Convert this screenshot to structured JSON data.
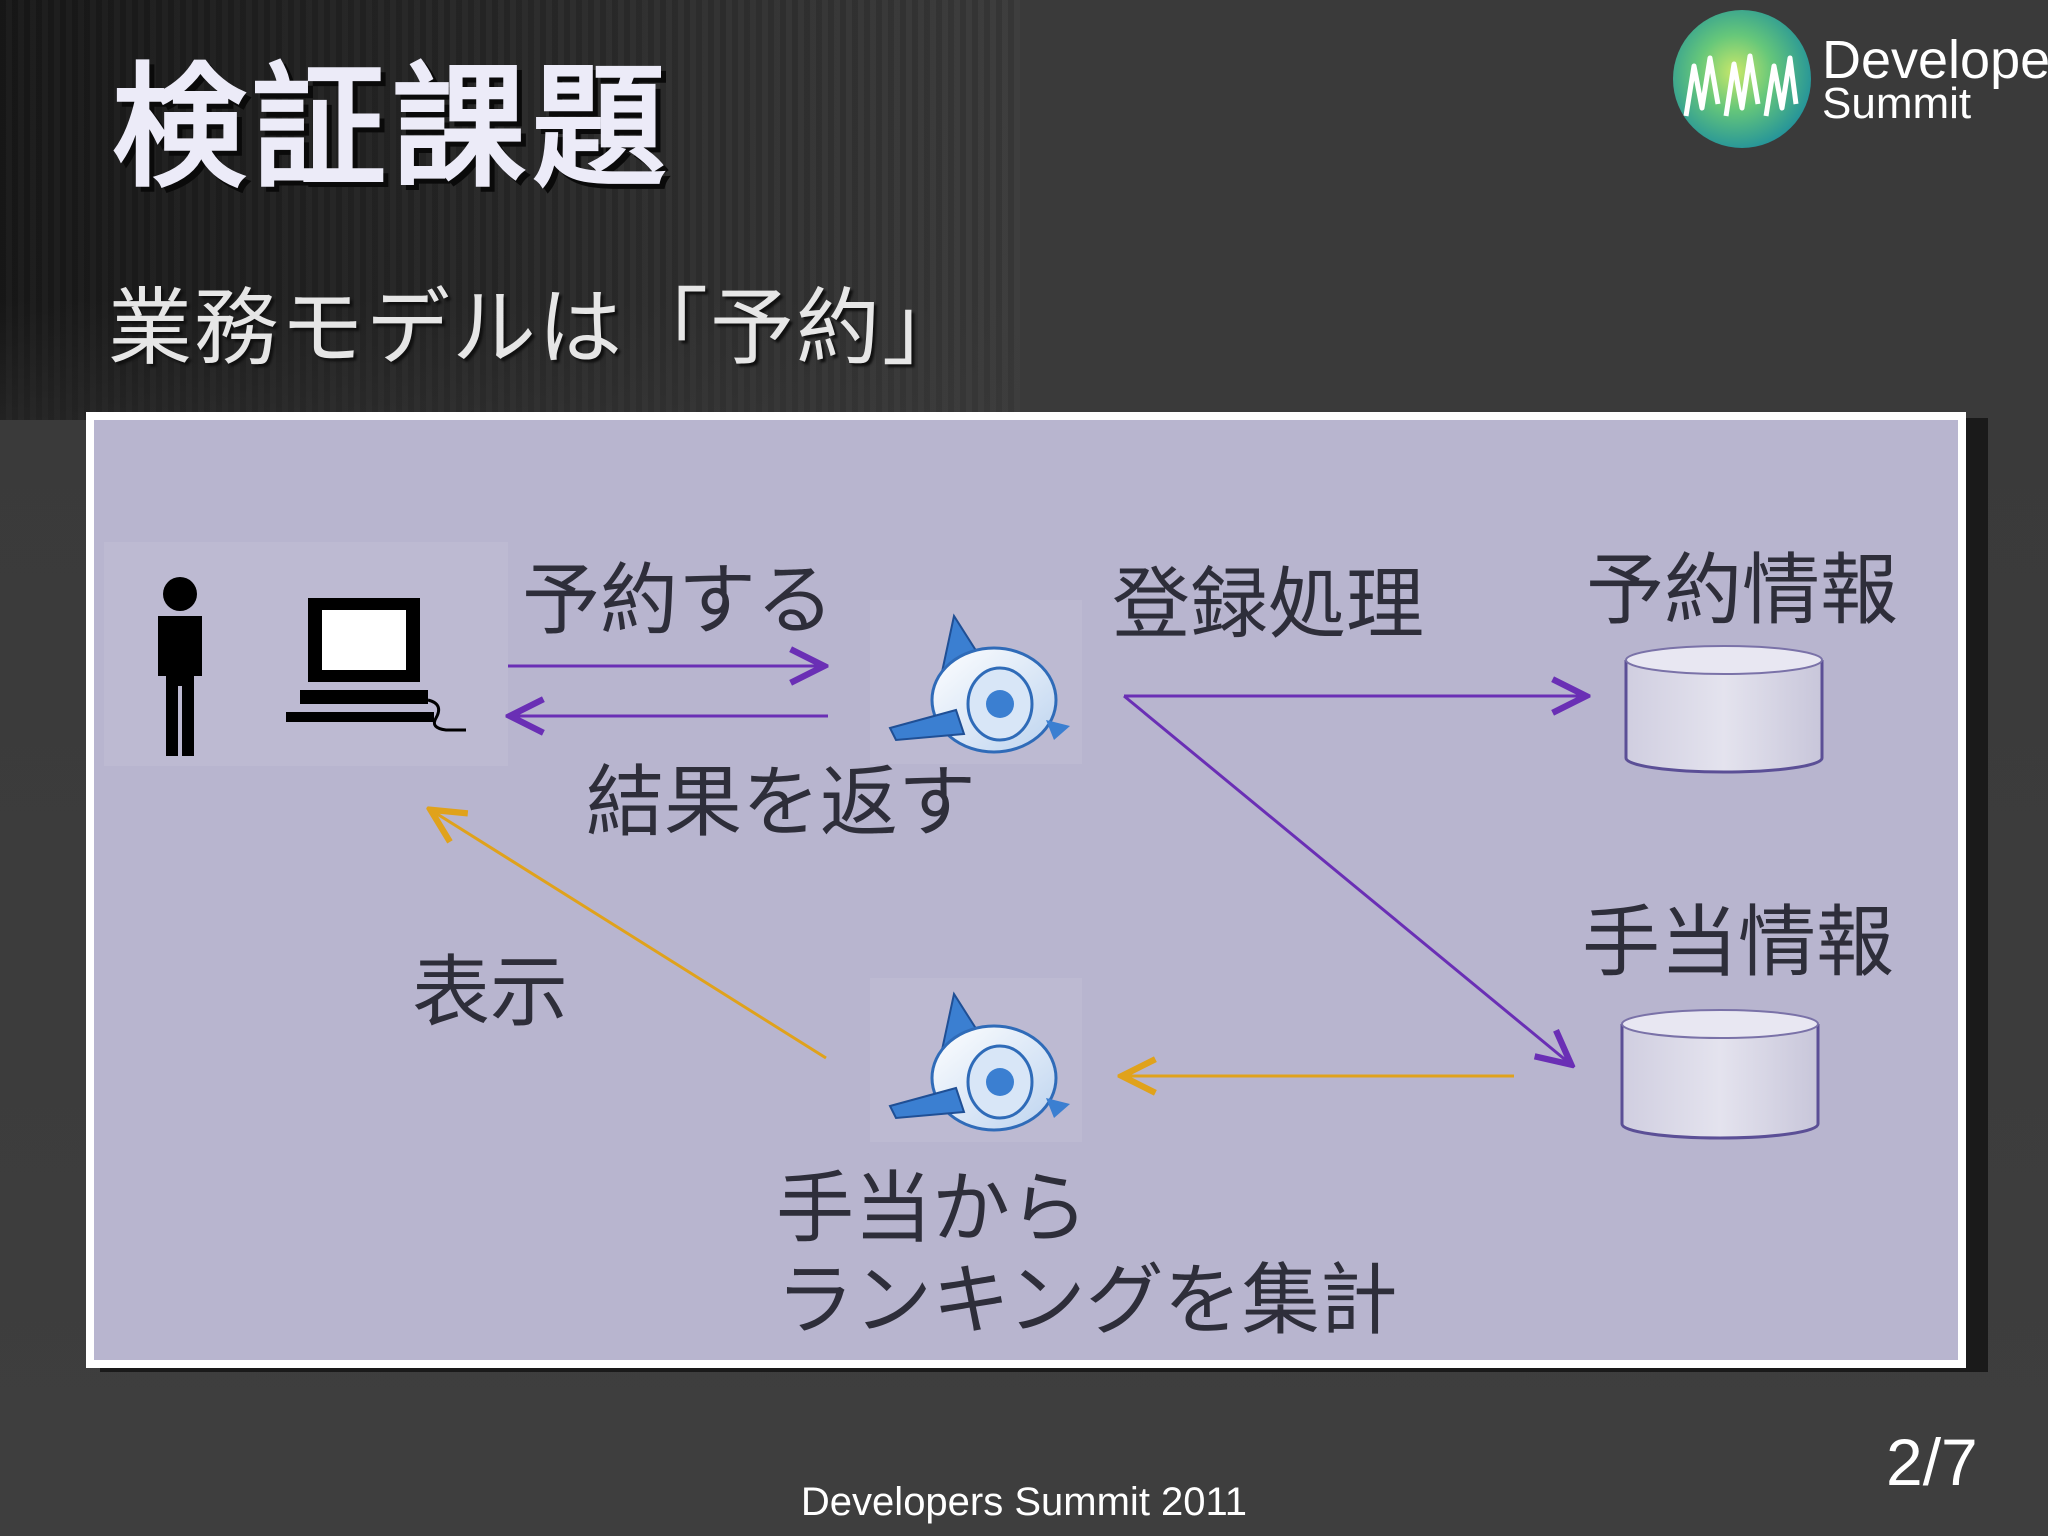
{
  "slide": {
    "title": "検証課題",
    "subtitle": "業務モデルは「予約」",
    "logo": {
      "line1": "Developers",
      "line2": "Summit"
    },
    "footer": "Developers Summit 2011",
    "page": "2/7"
  },
  "diagram": {
    "labels": {
      "reserve": "予約する",
      "return_result": "結果を返す",
      "register": "登録処理",
      "display": "表示",
      "reservation_info": "予約情報",
      "allowance_info": "手当情報",
      "aggregate_line1": "手当から",
      "aggregate_line2": "ランキングを集計"
    },
    "icons": [
      "person-icon",
      "computer-icon",
      "app-engine-icon",
      "database-icon"
    ],
    "colors": {
      "panel_bg": "#b8b5cf",
      "purple_arrow": "#6a2fb5",
      "orange_arrow": "#e0a21b",
      "app_engine_blue": "#3b7fd1"
    }
  }
}
